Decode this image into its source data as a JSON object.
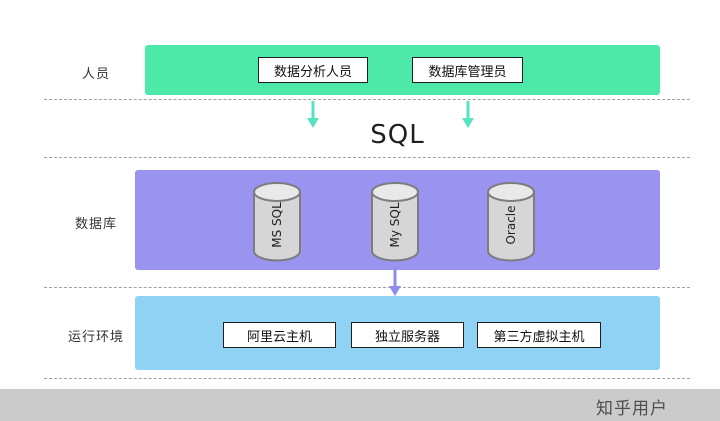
{
  "colors": {
    "people_band": "#4de9a8",
    "database_band": "#9b93f0",
    "environment_band": "#90d2f4",
    "footer_bar": "#cbcbcb",
    "people_arrow": "#57e2c2",
    "database_arrow": "#8f8cea",
    "node_border": "#1f1f1f",
    "cylinder_fill": "#d6d6d6"
  },
  "layers": {
    "people": {
      "label": "人员",
      "items": [
        {
          "label": "数据分析人员"
        },
        {
          "label": "数据库管理员"
        }
      ]
    },
    "database": {
      "label": "数据库",
      "items": [
        {
          "label": "MS SQL"
        },
        {
          "label": "My SQL"
        },
        {
          "label": "Oracle"
        }
      ]
    },
    "environment": {
      "label": "运行环境",
      "items": [
        {
          "label": "阿里云主机"
        },
        {
          "label": "独立服务器"
        },
        {
          "label": "第三方虚拟主机"
        }
      ]
    }
  },
  "sql_label": "SQL",
  "footer": {
    "watermark": "知乎用户"
  }
}
